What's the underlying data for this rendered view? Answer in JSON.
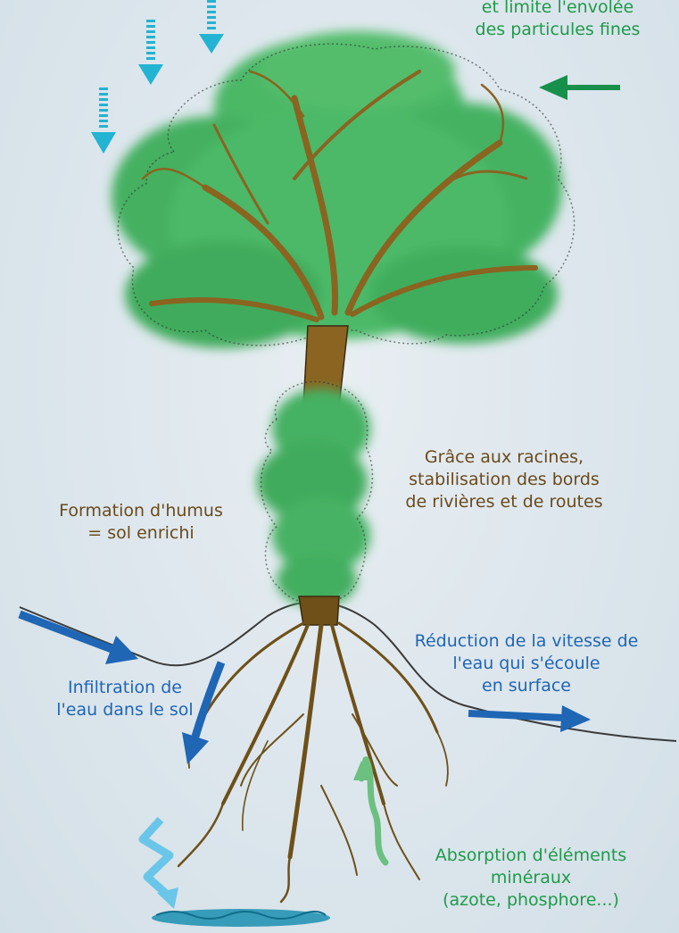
{
  "labels": {
    "wind": [
      "et limite l'envolée",
      "des particules fines"
    ],
    "roots": [
      "Grâce aux racines,",
      "stabilisation des bords",
      "de rivières et de routes"
    ],
    "humus": [
      "Formation d'humus",
      "= sol enrichi"
    ],
    "runoff": [
      "Réduction de la vitesse de",
      "l'eau qui s'écoule",
      "en surface"
    ],
    "infiltration": [
      "Infiltration de",
      "l'eau dans le sol"
    ],
    "absorption": [
      "Absorption d'éléments",
      "minéraux",
      "(azote, phosphore...)"
    ]
  },
  "colors": {
    "green_text": "#1f9a4a",
    "brown_text": "#6a4a1c",
    "blue_text": "#1f66b4",
    "rain_arrow": "#22b4d2",
    "water_arrow": "#1f66b4",
    "wind_arrow": "#16904a",
    "foliage": "#3fae5a",
    "trunk": "#8a6420"
  }
}
